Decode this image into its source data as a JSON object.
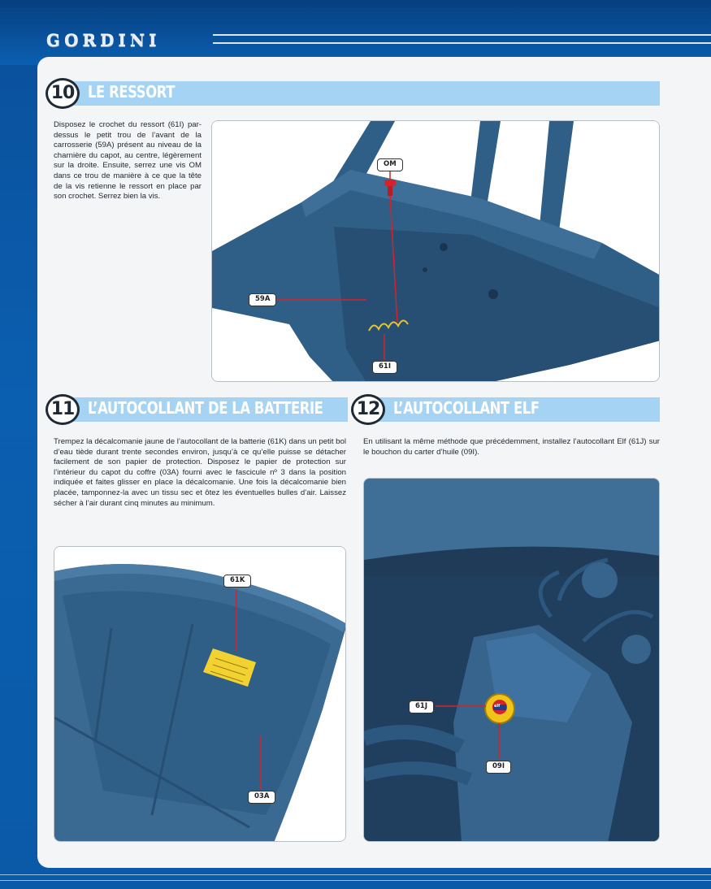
{
  "header": {
    "brand": "GORDINI"
  },
  "colors": {
    "background_blue": "#0b5fb0",
    "section_bar": "#a5d3f3",
    "callout_line": "#d6222a",
    "part_blue": "#2f5f86"
  },
  "sections": [
    {
      "number": "10",
      "title": "LE RESSORT",
      "text": "Disposez le crochet du ressort (61I) par-dessus le petit trou de l’avant de la carrosserie (59A) présent au niveau de la charnière du capot, au centre, légèrement sur la droite. Ensuite, serrez une vis OM dans ce trou de manière à ce que la tête de la vis retienne le ressort en place par son crochet. Serrez bien la vis.",
      "callouts": [
        "OM",
        "59A",
        "61I"
      ]
    },
    {
      "number": "11",
      "title": "L’AUTOCOLLANT DE LA BATTERIE",
      "text": "Trempez la décalcomanie jaune de l’autocollant de la batterie (61K) dans un petit bol d’eau tiède durant trente secondes environ, jusqu’à ce qu’elle puisse se détacher facilement de son papier de protection. Disposez le papier de protection sur l’intérieur du capot du coffre (03A) fourni avec le fascicule nº 3 dans la position indiquée et faites glisser en place la décalcomanie. Une fois la décalcomanie bien placée, tamponnez-la avec un tissu sec et ôtez les éventuelles bulles d’air. Laissez sécher à l’air durant cinq minutes au minimum.",
      "callouts": [
        "61K",
        "03A"
      ]
    },
    {
      "number": "12",
      "title": "L’AUTOCOLLANT ELF",
      "text": "En utilisant la même méthode que précédemment, installez l’autocollant Elf (61J) sur le bouchon du carter d’huile (09I).",
      "callouts": [
        "61J",
        "09I"
      ],
      "cap_label": "elf"
    }
  ]
}
